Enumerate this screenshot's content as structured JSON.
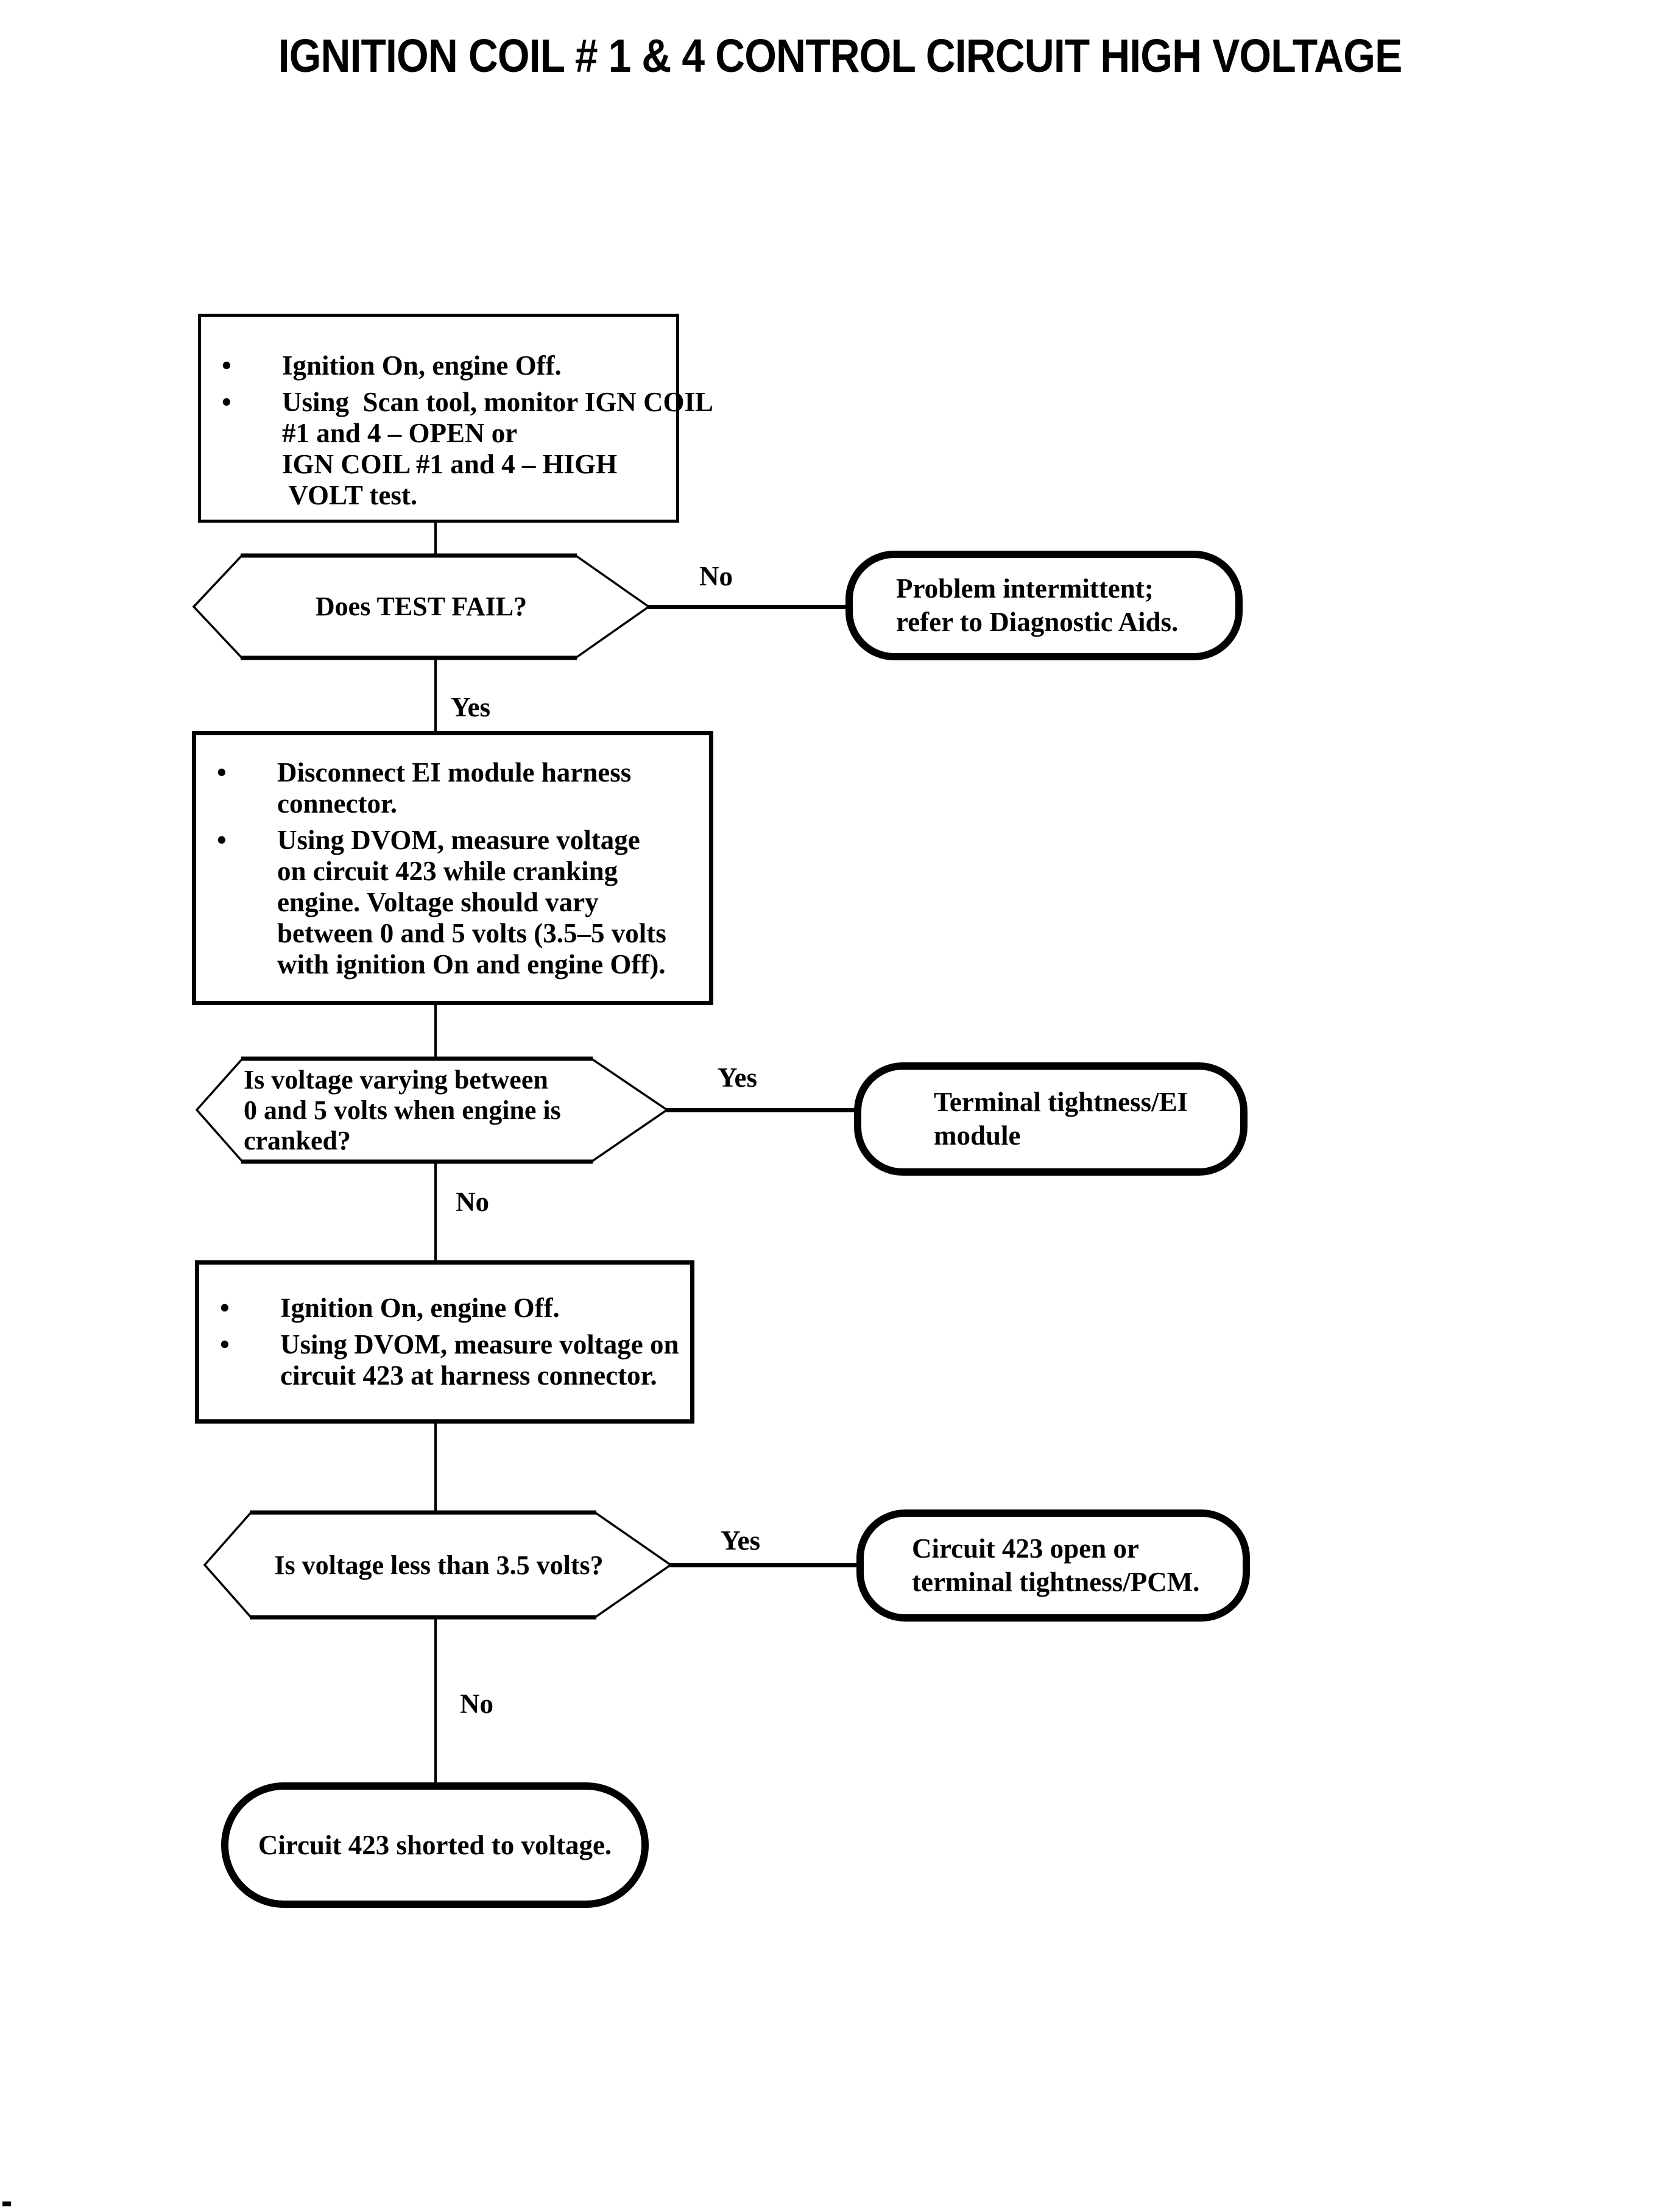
{
  "title": "IGNITION COIL # 1 & 4 CONTROL CIRCUIT HIGH VOLTAGE",
  "bullet_glyph": "•",
  "colors": {
    "ink": "#000000",
    "paper": "#ffffff"
  },
  "steps": {
    "step1": {
      "bullets": [
        [
          "Ignition On, engine Off."
        ],
        [
          "Using  Scan tool, monitor IGN COIL",
          "#1 and 4 – OPEN or",
          "IGN COIL #1 and 4 – HIGH",
          " VOLT test."
        ]
      ]
    },
    "decision1": {
      "lines": [
        "Does TEST FAIL?"
      ]
    },
    "result1": {
      "lines": [
        "Problem intermittent;",
        "refer to Diagnostic Aids."
      ]
    },
    "step2": {
      "bullets": [
        [
          "Disconnect EI module harness",
          "connector."
        ],
        [
          "Using DVOM, measure voltage",
          "on circuit 423 while cranking",
          "engine. Voltage should vary",
          "between 0 and 5 volts (3.5–5 volts",
          "with ignition On and engine Off)."
        ]
      ]
    },
    "decision2": {
      "lines": [
        "Is voltage varying between",
        "0 and 5 volts when engine is",
        "cranked?"
      ]
    },
    "result2": {
      "lines": [
        "Terminal tightness/EI",
        "module"
      ]
    },
    "step3": {
      "bullets": [
        [
          "Ignition On, engine Off."
        ],
        [
          "Using DVOM, measure voltage on",
          "circuit 423 at harness connector."
        ]
      ]
    },
    "decision3": {
      "lines": [
        "Is voltage less than 3.5 volts?"
      ]
    },
    "result3": {
      "lines": [
        "Circuit 423 open or",
        "terminal tightness/PCM."
      ]
    },
    "terminal": {
      "lines": [
        "Circuit 423 shorted to voltage."
      ]
    }
  },
  "edges": {
    "d1_no": "No",
    "d1_yes": "Yes",
    "d2_yes": "Yes",
    "d2_no": "No",
    "d3_yes": "Yes",
    "d3_no": "No"
  }
}
